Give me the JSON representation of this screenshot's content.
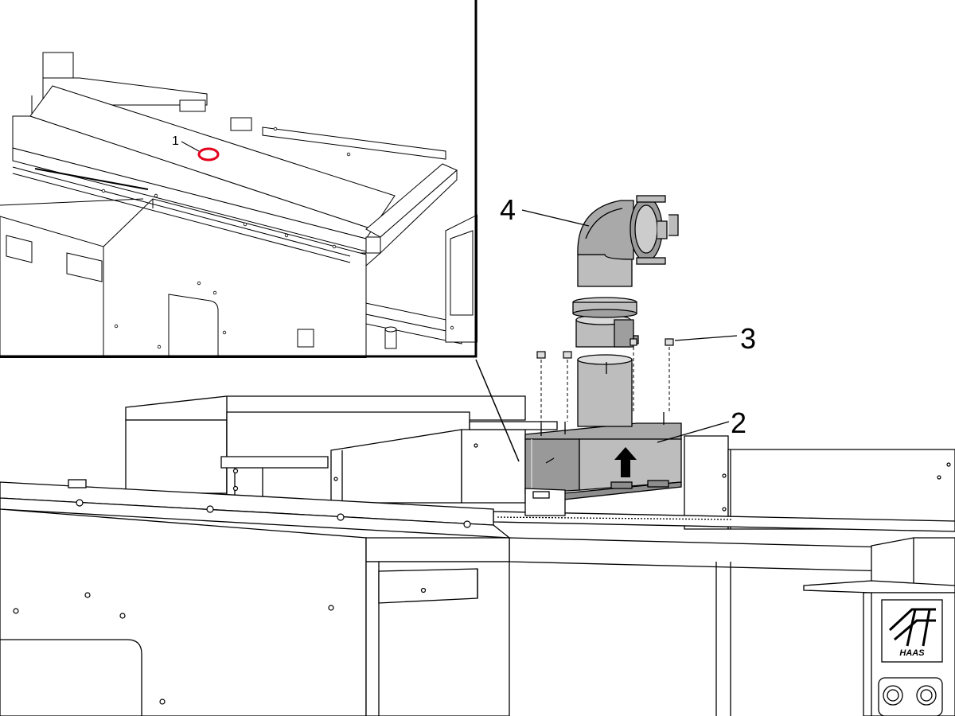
{
  "callouts": {
    "c1": "1",
    "c2": "2",
    "c3": "3",
    "c4": "4"
  },
  "logo_text": "HAAS",
  "colors": {
    "line": "#000000",
    "panel": "#ffffff",
    "duct_gray": "#bdbdbd",
    "duct_dark": "#8e8e8e",
    "highlight": "#e3001b"
  },
  "icons": [
    "up-arrow-icon",
    "haas-logo-icon",
    "button-icon"
  ]
}
